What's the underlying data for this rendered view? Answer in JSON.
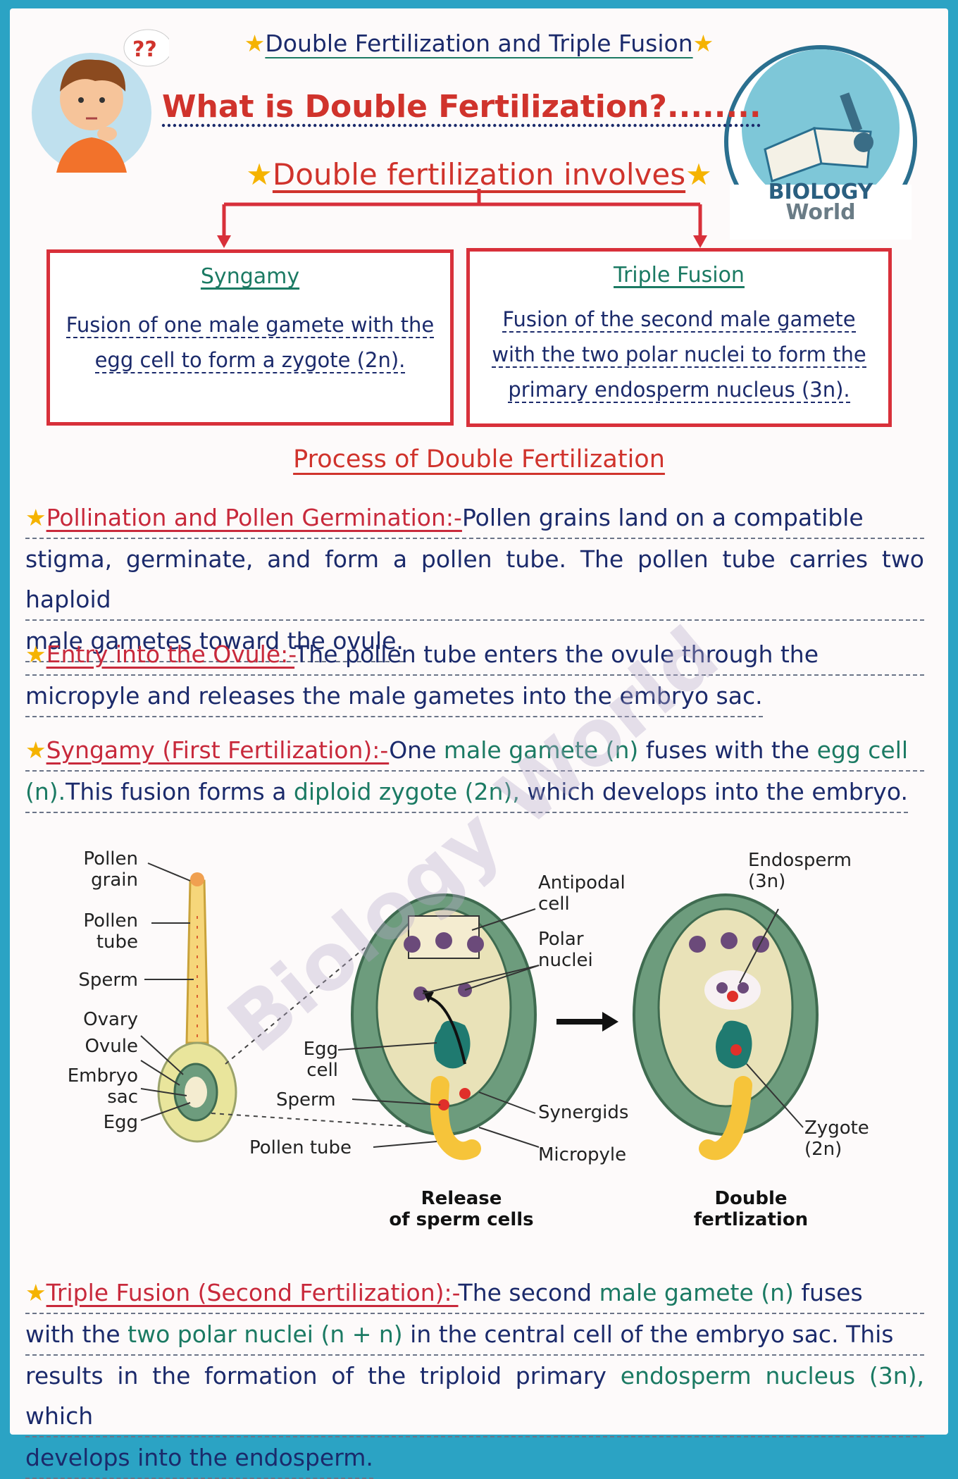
{
  "header": {
    "top_title": "Double Fertilization and Triple Fusion",
    "question": "What is Double Fertilization?........",
    "involves": "Double fertilization involves",
    "thought_bubble": "??"
  },
  "logo": {
    "line1": "BIOLOGY",
    "line2": "World"
  },
  "boxes": [
    {
      "title": "Syngamy",
      "lines": [
        "Fusion of one male gamete with the",
        "egg cell to form a zygote (2n)."
      ]
    },
    {
      "title": "Triple Fusion",
      "lines": [
        "Fusion of the second male gamete",
        "with the two polar nuclei to form the",
        "primary endosperm nucleus (3n)."
      ]
    }
  ],
  "process_heading": "Process of Double Fertilization",
  "paragraphs": {
    "pollination": {
      "label": "Pollination and Pollen Germination:-",
      "text1": "Pollen grains land on a compatible",
      "text2": "stigma, germinate, and form a pollen tube. The pollen tube carries two haploid",
      "text3": "male gametes toward the ovule."
    },
    "entry": {
      "label": "Entry into the Ovule:-",
      "text1": "The pollen tube enters the ovule through the",
      "text2": "micropyle and releases the male gametes into the embryo sac."
    },
    "syngamy": {
      "label": "Syngamy (First Fertilization):-",
      "t1": "One ",
      "g1": "male gamete (n)",
      "t2": " fuses with the ",
      "g2": "egg cell",
      "g3": "(n).",
      "t3": "This fusion forms a ",
      "g4": "diploid zygote (2n),",
      "t4": " which develops into the embryo."
    },
    "triple": {
      "label": "Triple Fusion (Second Fertilization):-",
      "t1": "The second ",
      "g1": "male gamete (n)",
      "t2": " fuses",
      "t3": "with the ",
      "g2": "two polar nuclei (n + n)",
      "t4": " in the central cell of the embryo sac. This",
      "t5": "results in the formation of the triploid primary ",
      "g3": "endosperm nucleus (3n),",
      "t6": " which",
      "t7": "develops into the endosperm."
    }
  },
  "diagram": {
    "labels": {
      "pollen_grain": "Pollen\ngrain",
      "pollen_tube_left": "Pollen\ntube",
      "sperm_left": "Sperm",
      "ovary": "Ovary",
      "ovule": "Ovule",
      "embryo_sac": "Embryo\nsac",
      "egg": "Egg",
      "antipodal": "Antipodal\ncell",
      "polar": "Polar\nnuclei",
      "egg_cell": "Egg\ncell",
      "sperm_mid": "Sperm",
      "synergids": "Synergids",
      "pollen_tube_mid": "Pollen tube",
      "micropyle": "Micropyle",
      "endosperm": "Endosperm\n(3n)",
      "zygote": "Zygote\n(2n)"
    },
    "captions": {
      "release": "Release\nof sperm cells",
      "double": "Double\nfertlization"
    },
    "watermark": "Biology World"
  },
  "colors": {
    "accent_red": "#d0332c",
    "navy_text": "#1b2a6b",
    "teal_text": "#1b7a63",
    "border_blue": "#2ba3c4"
  }
}
